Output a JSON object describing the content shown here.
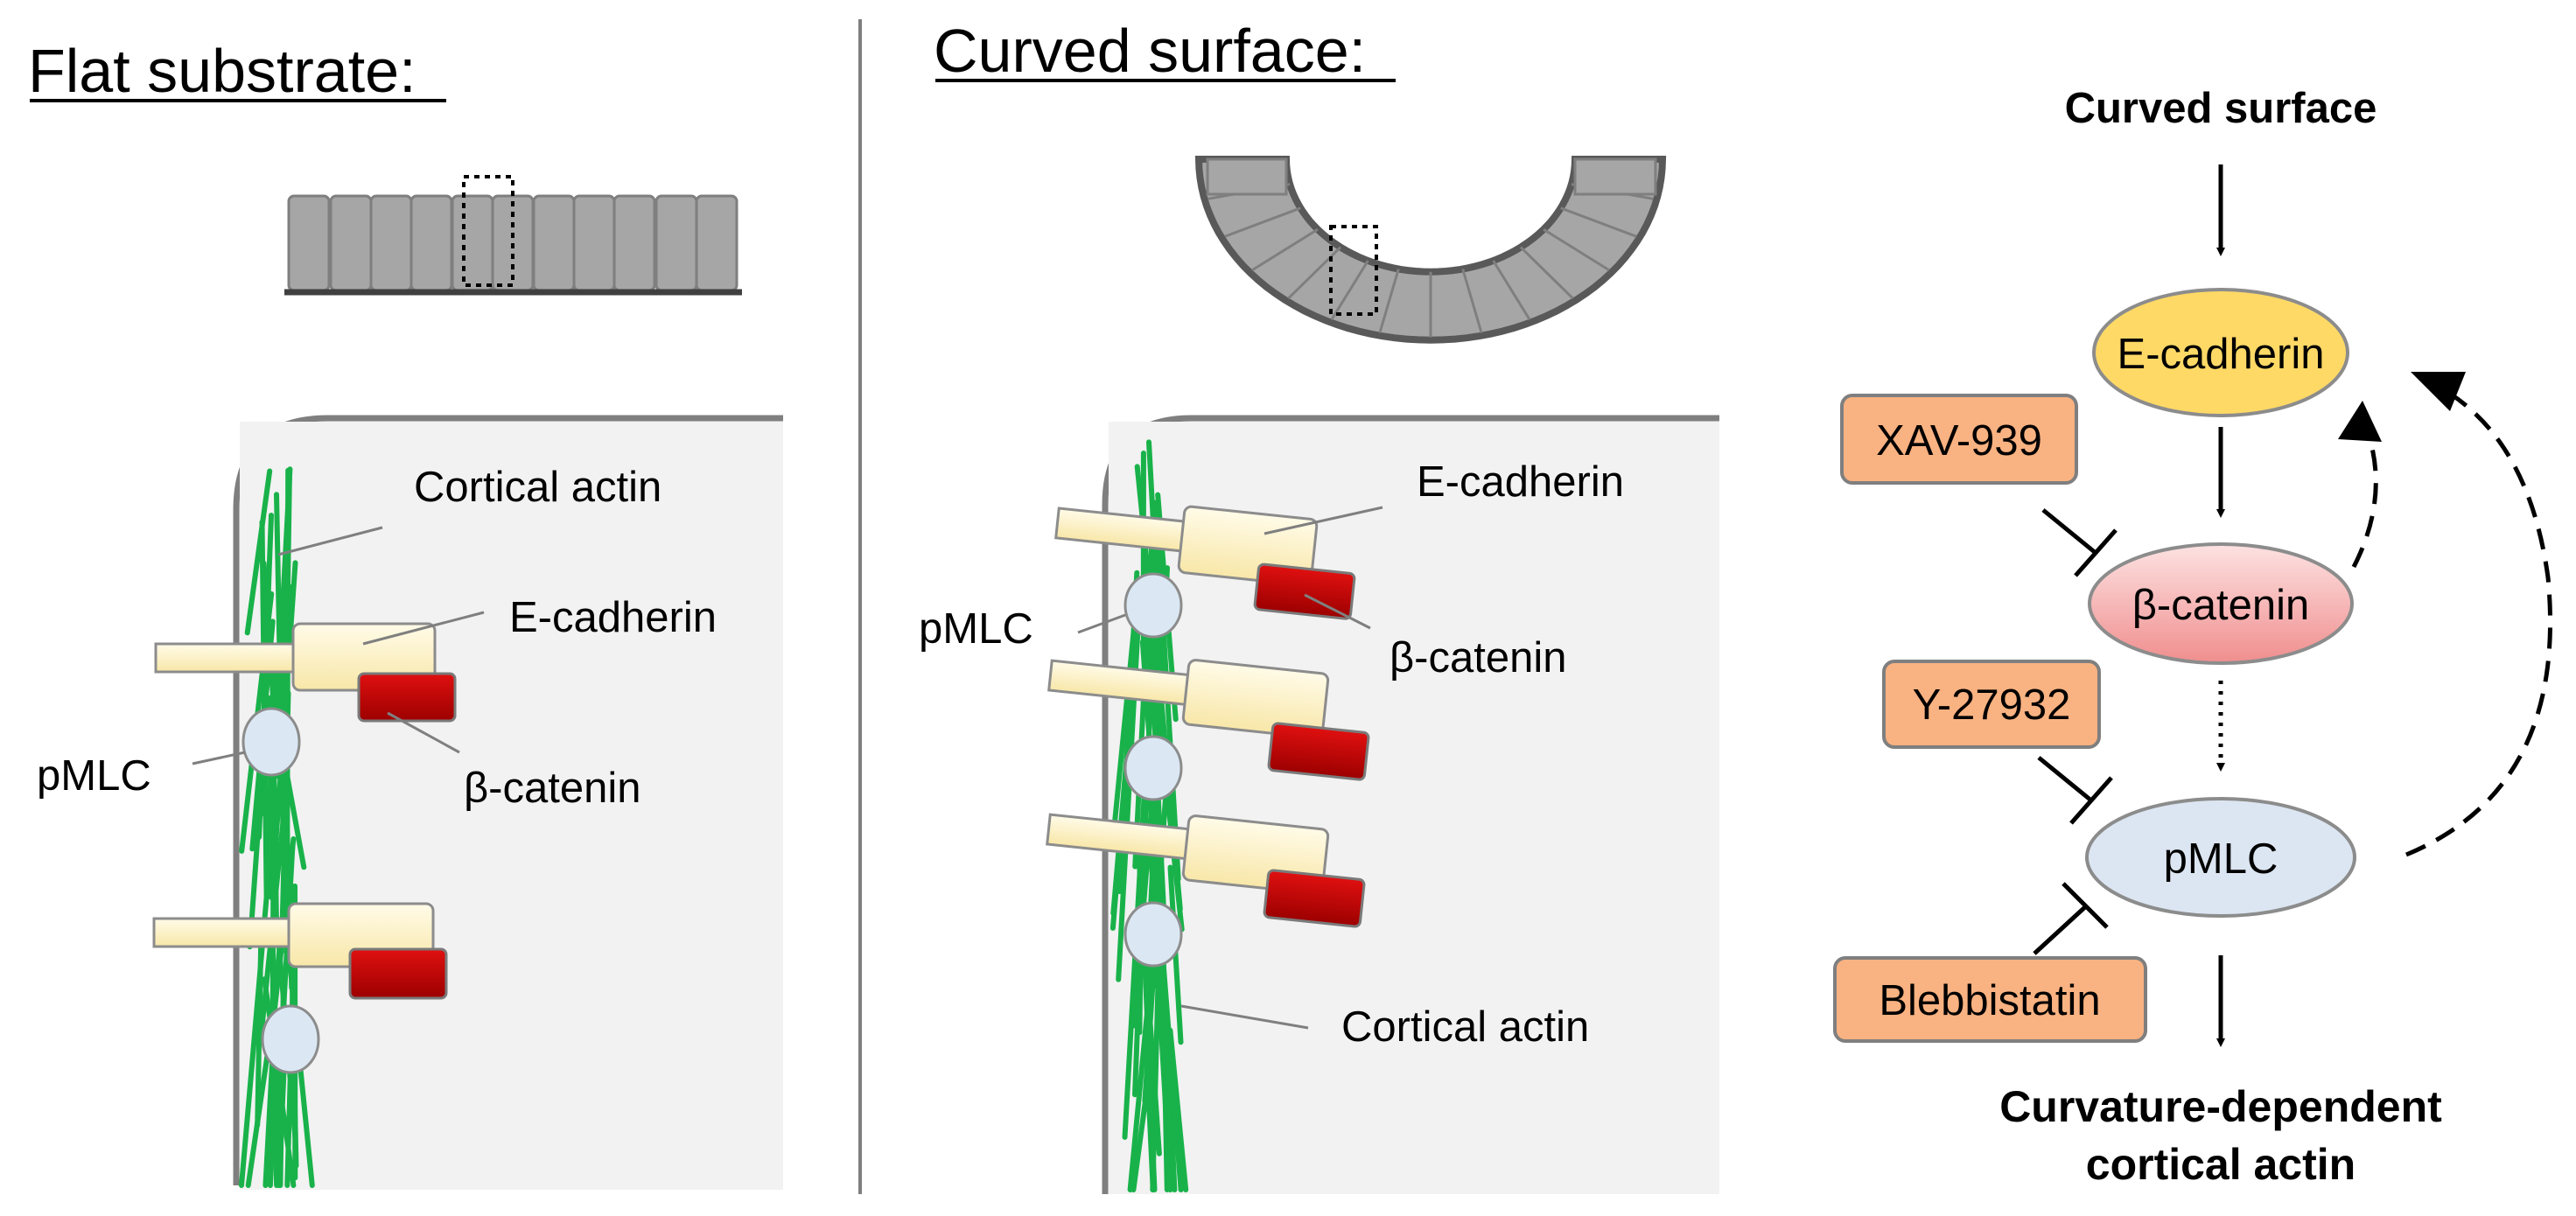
{
  "headings": {
    "flat": "Flat substrate:",
    "curved": "Curved surface:"
  },
  "flat_panel": {
    "cortical_actin": "Cortical actin",
    "e_cadherin": "E-cadherin",
    "beta_catenin": "β-catenin",
    "pmlc": "pMLC"
  },
  "curved_panel": {
    "e_cadherin": "E-cadherin",
    "beta_catenin": "β-catenin",
    "pmlc": "pMLC",
    "cortical_actin": "Cortical actin"
  },
  "pathway": {
    "top": "Curved surface",
    "e_cadherin": "E-cadherin",
    "beta_catenin": "β-catenin",
    "pmlc": "pMLC",
    "output_line1": "Curvature-dependent",
    "output_line2": "cortical actin",
    "inhibitors": {
      "xav": "XAV-939",
      "y27632": "Y-27932",
      "blebbistatin": "Blebbistatin"
    }
  },
  "colors": {
    "actin": "#19b24a",
    "cadherin_fill": "#fff2c0",
    "catenin_fill": "#c00000",
    "pmlc_fill": "#dbe8f4",
    "cell_fill": "#f2f2f2",
    "epithelium": "#a6a6a6",
    "node_ecadherin": "#ffd966",
    "node_catenin": "#f4a6a6",
    "node_pmlc": "#dce6f2",
    "inhibitor_fill": "#f9b281"
  }
}
